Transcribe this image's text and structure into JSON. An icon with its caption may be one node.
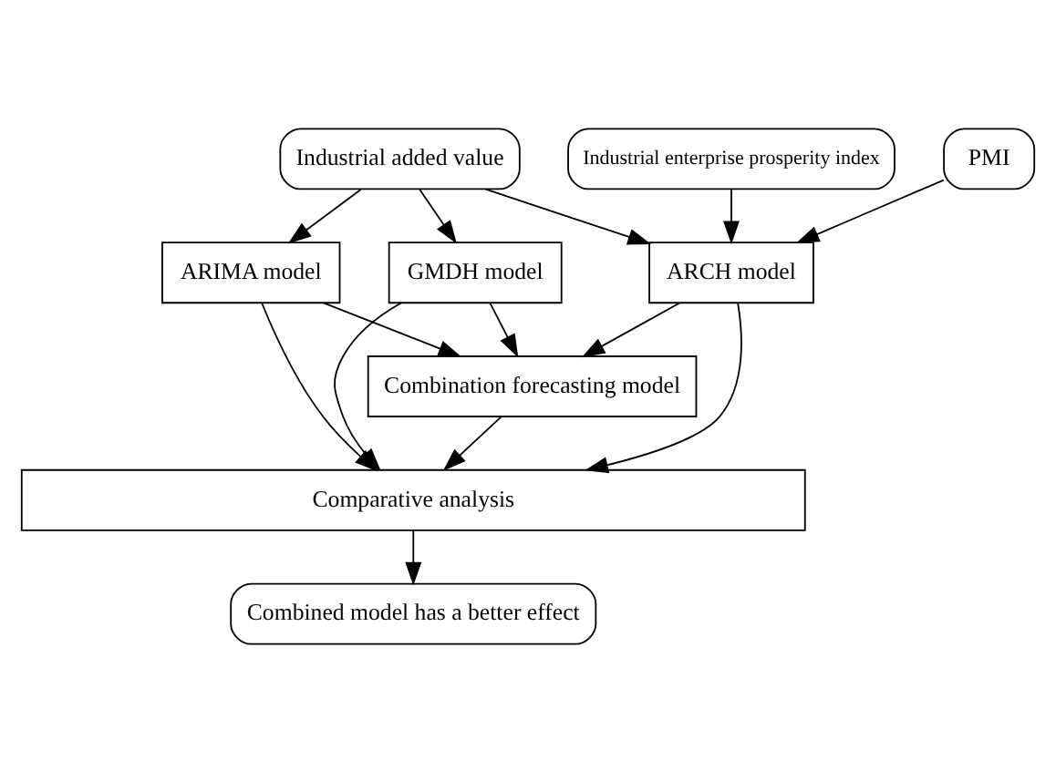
{
  "diagram": {
    "nodes": [
      {
        "text": [
          "Industrial added value"
        ]
      },
      {
        "text": [
          "PMI"
        ]
      },
      {
        "text": [
          "Industrial enterprise prosperity index"
        ]
      },
      {
        "text": [
          "GMDH model"
        ]
      },
      {
        "text": [
          "ARIMA model"
        ]
      },
      {
        "text": [
          "ARCH model"
        ]
      },
      {
        "text": [
          "Combination forecasting model"
        ]
      },
      {
        "text": [
          "Comparative analysis"
        ]
      },
      {
        "text": [
          "Combined model has a better effect"
        ]
      }
    ],
    "edges": [
      {
        "from": 0,
        "to": 3,
        "arrow": "to"
      },
      {
        "from": 0,
        "to": 4,
        "arrow": "to"
      },
      {
        "from": 0,
        "to": 5,
        "arrow": "to"
      },
      {
        "from": 1,
        "to": 5,
        "arrow": "to"
      },
      {
        "from": 2,
        "to": 5,
        "arrow": "to"
      },
      {
        "from": 3,
        "to": 6,
        "arrow": "to"
      },
      {
        "from": 4,
        "to": 6,
        "arrow": "to"
      },
      {
        "from": 5,
        "to": 6,
        "arrow": "to"
      },
      {
        "from": 3,
        "to": 7,
        "arrow": "to"
      },
      {
        "from": 4,
        "to": 7,
        "arrow": "to"
      },
      {
        "from": 5,
        "to": 7,
        "arrow": "to"
      },
      {
        "from": 6,
        "to": 7,
        "arrow": "to"
      },
      {
        "from": 7,
        "to": 8,
        "arrow": "to"
      }
    ]
  }
}
